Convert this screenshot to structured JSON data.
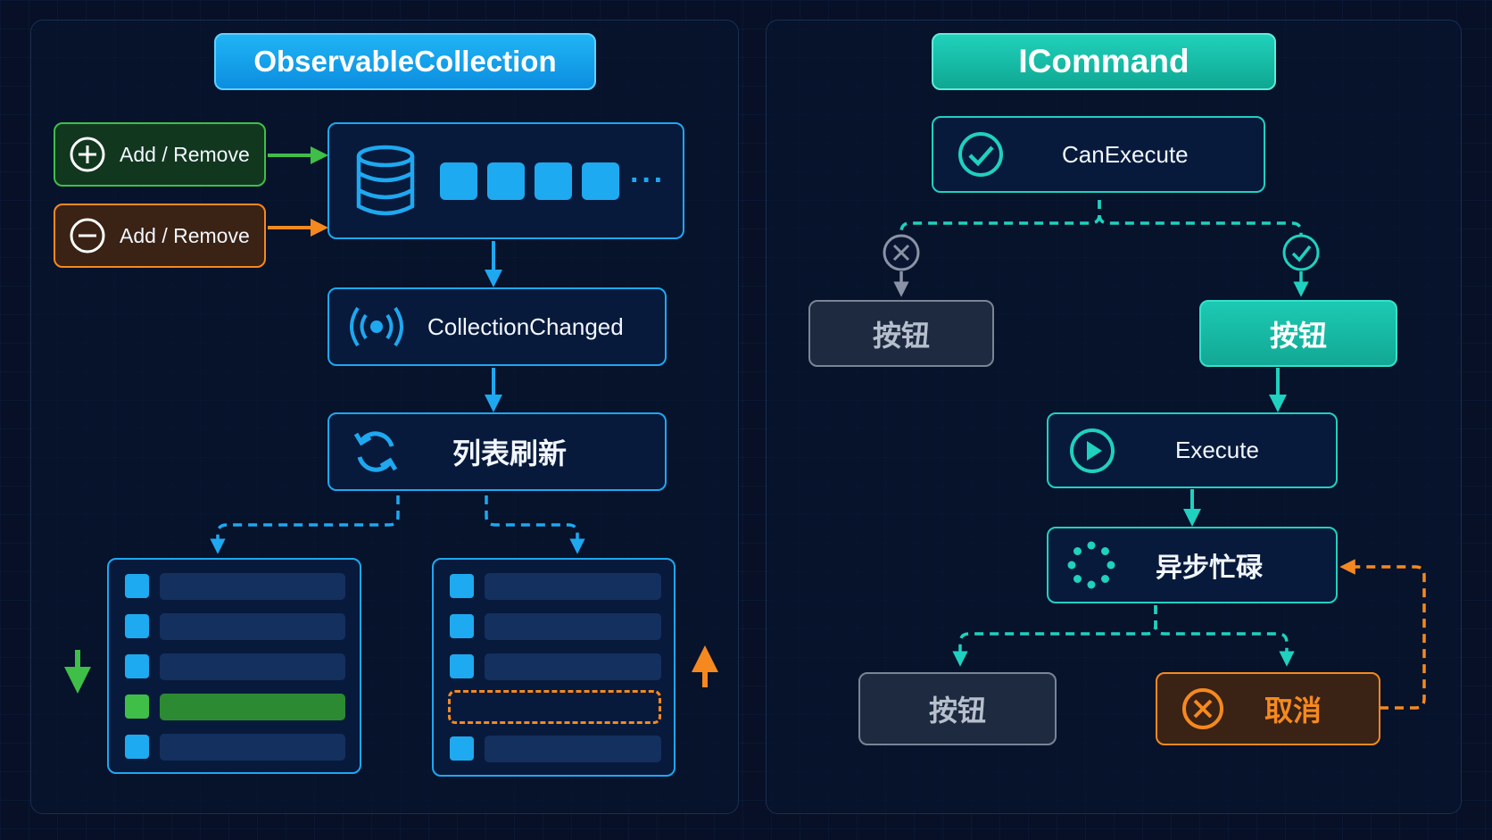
{
  "left": {
    "title": "ObservableCollection",
    "add_button": "Add / Remove",
    "remove_button": "Add / Remove",
    "ellipsis": "···",
    "event_label": "CollectionChanged",
    "refresh_label": "列表刷新"
  },
  "right": {
    "title": "ICommand",
    "can_execute_label": "CanExecute",
    "button_disabled_label": "按钮",
    "button_enabled_label": "按钮",
    "execute_label": "Execute",
    "busy_label": "异步忙碌",
    "button_idle_label": "按钮",
    "cancel_label": "取消"
  },
  "colors": {
    "background": "#071026",
    "blue_accent": "#1ea8f0",
    "teal_accent": "#1fd1bf",
    "green_accent": "#3fbf48",
    "orange_accent": "#f5891f",
    "gray_node": "#7a8496"
  }
}
